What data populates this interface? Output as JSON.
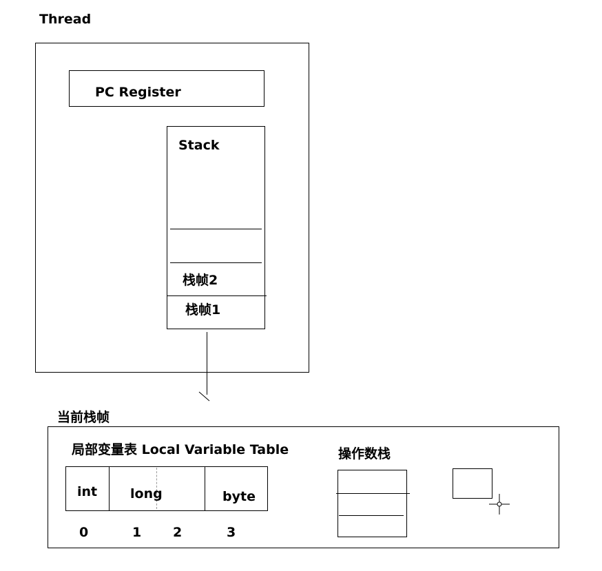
{
  "thread": {
    "title": "Thread",
    "pc_register": "PC Register",
    "stack": {
      "title": "Stack",
      "frames": [
        "栈帧2",
        "栈帧1"
      ]
    }
  },
  "current_frame": {
    "title": "当前栈帧",
    "local_variable_table": {
      "title": "局部变量表 Local Variable Table",
      "slots": [
        "int",
        "long",
        "byte"
      ],
      "indices": [
        "0",
        "1",
        "2",
        "3"
      ]
    },
    "operand_stack": {
      "title": "操作数栈"
    }
  },
  "colors": {
    "stroke": "#000000",
    "background": "#ffffff"
  }
}
